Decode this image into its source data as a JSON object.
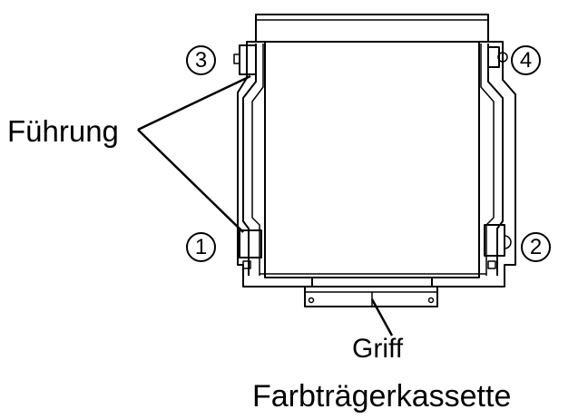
{
  "labels": {
    "guide": "Führung",
    "handle": "Griff",
    "caption": "Farbträgerkassette"
  },
  "callouts": [
    "1",
    "2",
    "3",
    "4"
  ],
  "colors": {
    "line": "#000000",
    "background": "#ffffff"
  }
}
